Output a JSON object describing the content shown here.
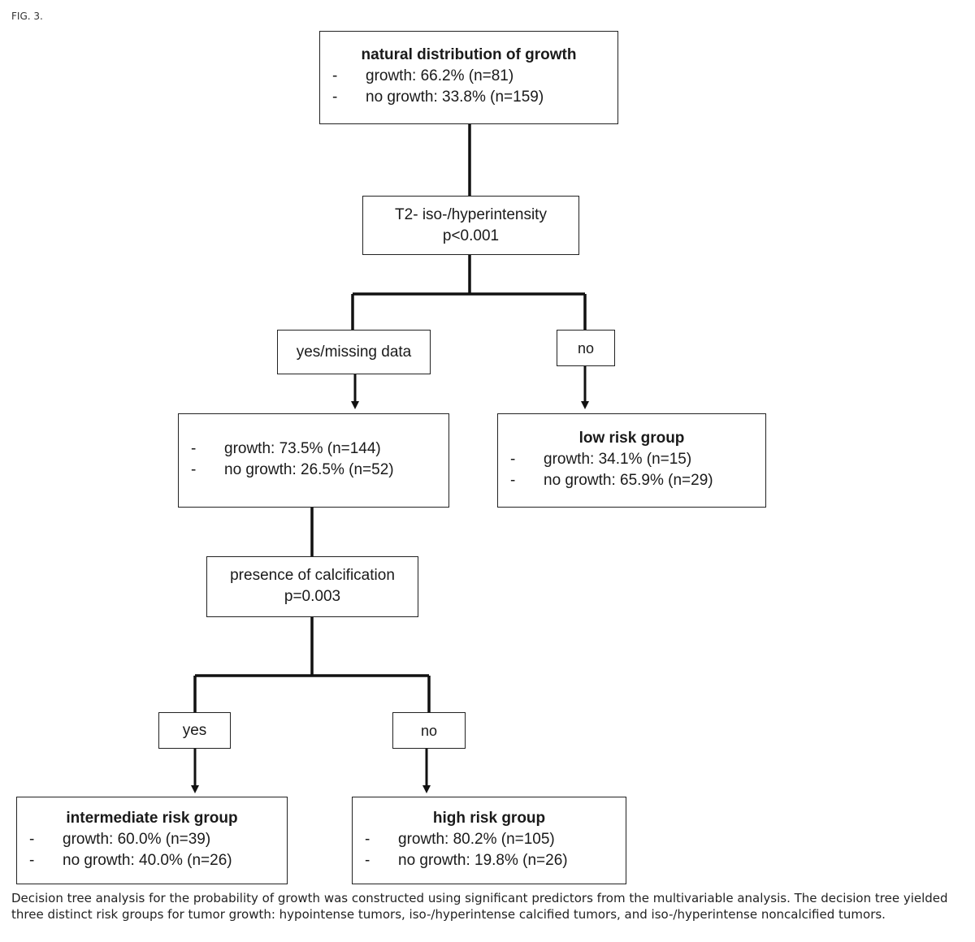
{
  "figure_label": "FIG. 3.",
  "root": {
    "title": "natural distribution of growth",
    "lines": [
      "growth: 66.2% (n=81)",
      "no growth: 33.8% (n=159)"
    ]
  },
  "split1": {
    "variable": "T2- iso-/hyperintensity",
    "p_value": "p<0.001"
  },
  "branch1_left_label": "yes/missing data",
  "branch1_right_label": "no",
  "inner_node": {
    "lines": [
      "growth: 73.5% (n=144)",
      "no growth: 26.5% (n=52)"
    ]
  },
  "low_risk": {
    "title": "low risk group",
    "lines": [
      "growth: 34.1% (n=15)",
      "no growth: 65.9% (n=29)"
    ]
  },
  "split2": {
    "variable": "presence of calcification",
    "p_value": "p=0.003"
  },
  "branch2_left_label": "yes",
  "branch2_right_label": "no",
  "intermediate_risk": {
    "title": "intermediate risk group",
    "lines": [
      "growth: 60.0% (n=39)",
      "no growth: 40.0% (n=26)"
    ]
  },
  "high_risk": {
    "title": "high risk group",
    "lines": [
      "growth: 80.2% (n=105)",
      "no growth: 19.8% (n=26)"
    ]
  },
  "bullet": "-",
  "caption": "Decision tree analysis for the probability of growth was constructed using significant predictors from the multivariable analysis. The decision tree yielded three distinct risk groups for tumor growth: hypointense tumors, iso-/hyperintense calcified tumors, and iso-/hyperintense noncalcified tumors."
}
